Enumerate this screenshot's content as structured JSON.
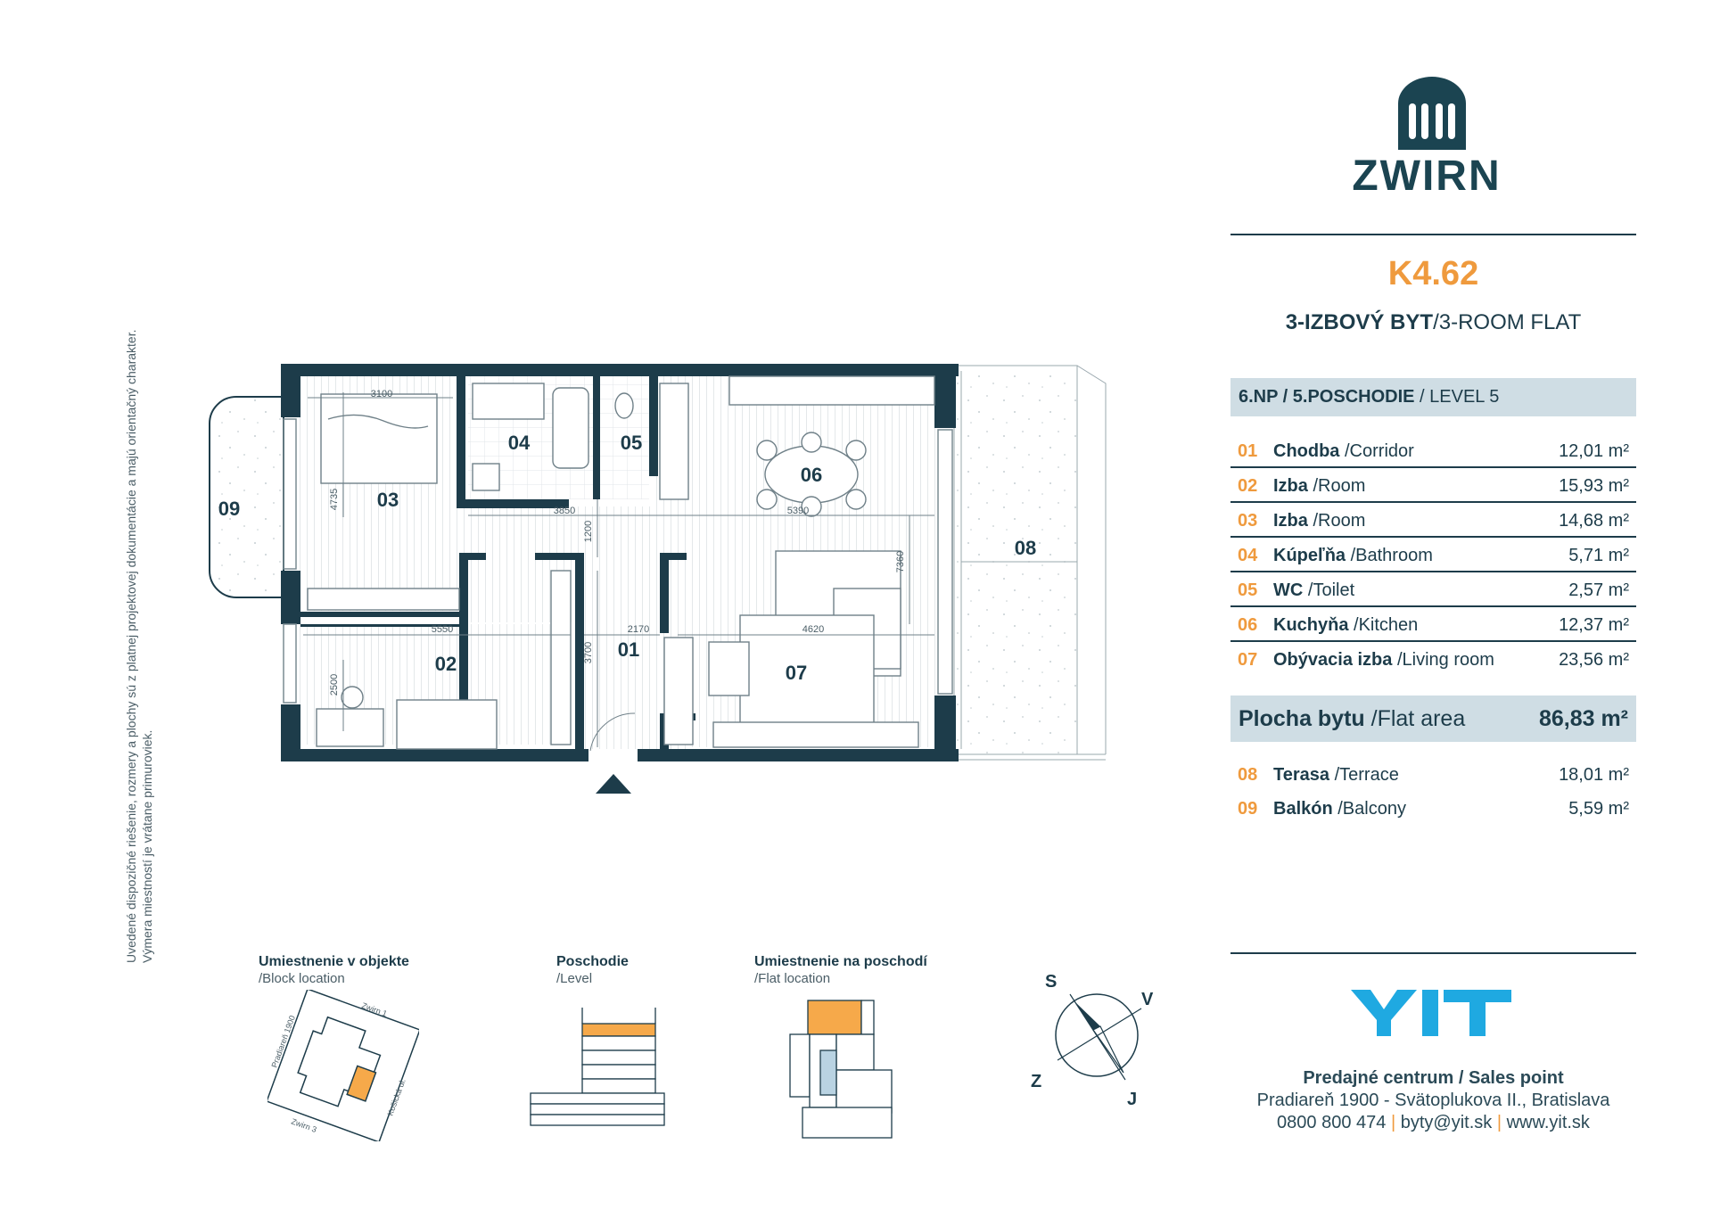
{
  "disclaimer": {
    "line1": "Uvedené dispozičné riešenie, rozmery a plochy sú z platnej projektovej dokumentácie a majú orientačný charakter.",
    "line2": "Výmera miestností je vrátane primuroviek."
  },
  "brand": {
    "name": "ZWIRN",
    "logo_icon": "building-arches-icon"
  },
  "flat": {
    "code": "K4.62",
    "type_sk": "3-IZBOVÝ BYT",
    "type_en": "/3-ROOM FLAT",
    "level_sk": "6.NP / 5.POSCHODIE",
    "level_en": " / LEVEL 5"
  },
  "rooms": [
    {
      "num": "01",
      "name": "Chodba",
      "en": " /Corridor",
      "area": "12,01 m²"
    },
    {
      "num": "02",
      "name": "Izba",
      "en": " /Room",
      "area": "15,93 m²"
    },
    {
      "num": "03",
      "name": "Izba",
      "en": " /Room",
      "area": "14,68 m²"
    },
    {
      "num": "04",
      "name": "Kúpeľňa",
      "en": " /Bathroom",
      "area": "5,71 m²"
    },
    {
      "num": "05",
      "name": "WC",
      "en": " /Toilet",
      "area": "2,57 m²"
    },
    {
      "num": "06",
      "name": "Kuchyňa",
      "en": " /Kitchen",
      "area": "12,37 m²"
    },
    {
      "num": "07",
      "name": "Obývacia izba",
      "en": " /Living room",
      "area": "23,56 m²"
    }
  ],
  "total": {
    "label_sk": "Plocha bytu",
    "label_en": " /Flat area",
    "value": "86,83 m²"
  },
  "extras": [
    {
      "num": "08",
      "name": "Terasa",
      "en": " /Terrace",
      "area": "18,01 m²"
    },
    {
      "num": "09",
      "name": "Balkón",
      "en": " /Balcony",
      "area": "5,59 m²"
    }
  ],
  "plan": {
    "room_labels": [
      "01",
      "02",
      "03",
      "04",
      "05",
      "06",
      "07",
      "08",
      "09"
    ],
    "dimensions": [
      "3100",
      "4735",
      "3850",
      "5390",
      "1200",
      "7360",
      "5550",
      "2170",
      "4620",
      "2500",
      "3700"
    ]
  },
  "locators": {
    "block": {
      "title": "Umiestnenie v objekte",
      "sub": "/Block location",
      "streets": [
        "Zwirn 1",
        "Pradiareň 1900",
        "Zwirn 3",
        "Košická ul."
      ]
    },
    "level": {
      "title": "Poschodie",
      "sub": "/Level"
    },
    "flat": {
      "title": "Umiestnenie na poschodí",
      "sub": "/Flat location"
    }
  },
  "compass": {
    "n": "S",
    "e": "V",
    "w": "Z",
    "s": "J"
  },
  "sales": {
    "brand": "YIT",
    "title": "Predajné centrum / Sales point",
    "address": "Pradiareň 1900 - Svätoplukova II., Bratislava",
    "phone": "0800 800 474",
    "email": "byty@yit.sk",
    "web": "www.yit.sk",
    "divider": "|"
  },
  "colors": {
    "navy": "#1d3c4a",
    "orange": "#ef9a3d",
    "band": "#cfdde4",
    "yit_blue": "#1fa9e1"
  }
}
